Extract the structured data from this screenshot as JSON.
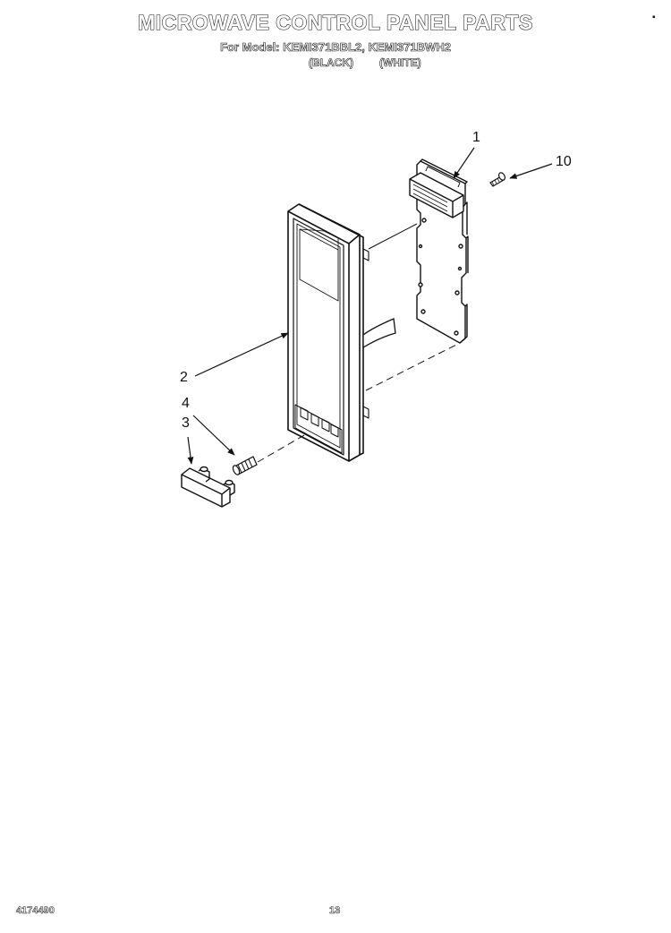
{
  "header": {
    "title": "MICROWAVE CONTROL PANEL PARTS",
    "subtitle": "For Model: KEMI371BBL2, KEMI371BWH2",
    "color_black": "(BLACK)",
    "color_white": "(WHITE)",
    "corner_mark": "▪"
  },
  "callouts": [
    {
      "id": "1",
      "label": "1"
    },
    {
      "id": "10",
      "label": "10"
    },
    {
      "id": "2",
      "label": "2"
    },
    {
      "id": "4",
      "label": "4"
    },
    {
      "id": "3",
      "label": "3"
    }
  ],
  "footer": {
    "doc_number": "4174490",
    "page_number": "13"
  },
  "colors": {
    "line": "#111111",
    "background": "#ffffff"
  }
}
